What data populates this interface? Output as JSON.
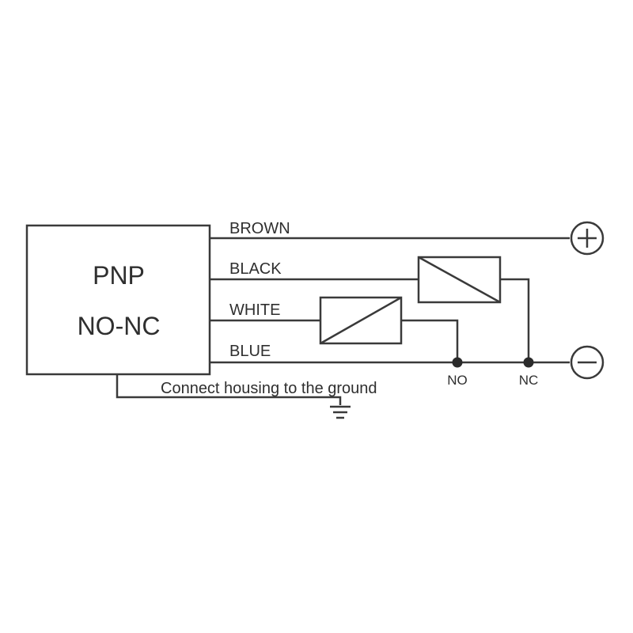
{
  "sensor": {
    "type": "PNP",
    "output": "NO-NC"
  },
  "wires": {
    "brown": "BROWN",
    "black": "BLACK",
    "white": "WHITE",
    "blue": "BLUE"
  },
  "terminals": {
    "positive_icon": "plus-icon",
    "negative_icon": "minus-icon"
  },
  "nodes": {
    "no": "NO",
    "nc": "NC"
  },
  "ground": {
    "note": "Connect housing to the ground",
    "icon": "ground-icon"
  }
}
